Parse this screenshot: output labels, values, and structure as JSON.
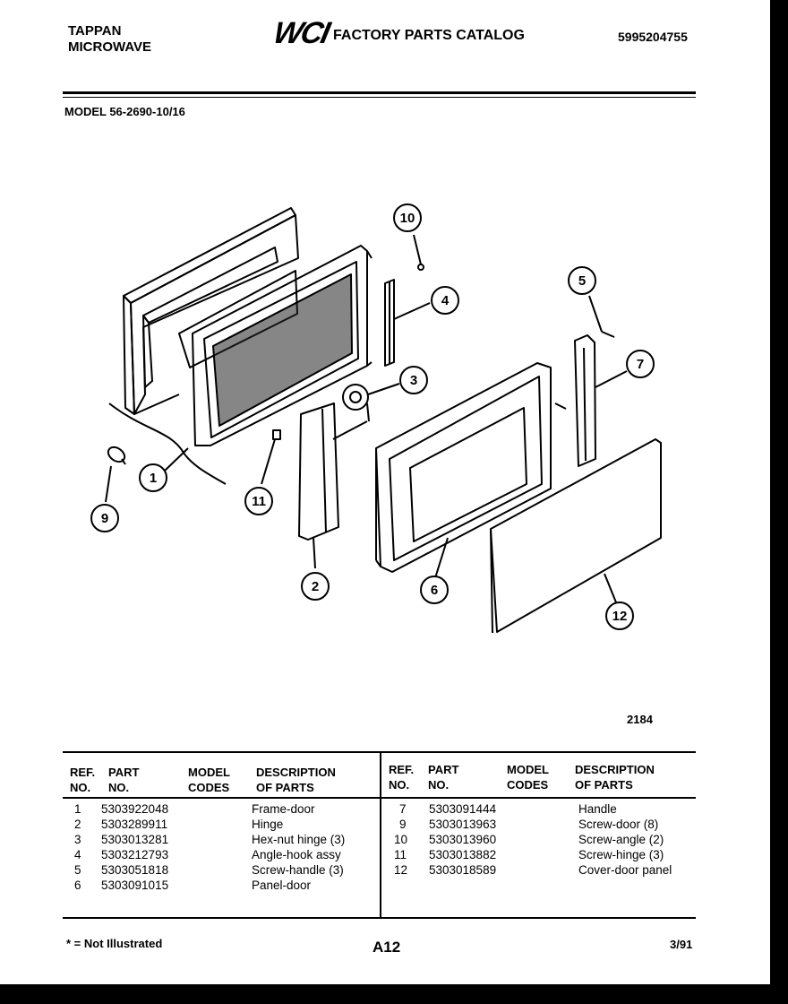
{
  "header": {
    "brand_line1": "TAPPAN",
    "brand_line2": "MICROWAVE",
    "logo_text": "WCI",
    "catalog_title": "FACTORY PARTS CATALOG",
    "catalog_number": "5995204755",
    "model_line": "MODEL 56-2690-10/16"
  },
  "diagram": {
    "drawing_number": "2184",
    "callouts": [
      "1",
      "2",
      "3",
      "4",
      "5",
      "6",
      "7",
      "9",
      "10",
      "11",
      "12"
    ]
  },
  "table": {
    "headers": {
      "ref_1": "REF.",
      "ref_2": "NO.",
      "part_1": "PART",
      "part_2": "NO.",
      "model_1": "MODEL",
      "model_2": "CODES",
      "desc_1": "DESCRIPTION",
      "desc_2": "OF PARTS"
    },
    "left_rows": [
      {
        "ref": "1",
        "part": "5303922048",
        "desc": "Frame-door"
      },
      {
        "ref": "2",
        "part": "5303289911",
        "desc": "Hinge"
      },
      {
        "ref": "3",
        "part": "5303013281",
        "desc": "Hex-nut hinge (3)"
      },
      {
        "ref": "4",
        "part": "5303212793",
        "desc": "Angle-hook assy"
      },
      {
        "ref": "5",
        "part": "5303051818",
        "desc": "Screw-handle (3)"
      },
      {
        "ref": "6",
        "part": "5303091015",
        "desc": "Panel-door"
      }
    ],
    "right_rows": [
      {
        "ref": "7",
        "part": "5303091444",
        "desc": "Handle"
      },
      {
        "ref": "9",
        "part": "5303013963",
        "desc": "Screw-door (8)"
      },
      {
        "ref": "10",
        "part": "5303013960",
        "desc": "Screw-angle (2)"
      },
      {
        "ref": "11",
        "part": "5303013882",
        "desc": "Screw-hinge (3)"
      },
      {
        "ref": "12",
        "part": "5303018589",
        "desc": "Cover-door panel"
      }
    ]
  },
  "footer": {
    "note": "* = Not Illustrated",
    "page": "A12",
    "date": "3/91"
  }
}
